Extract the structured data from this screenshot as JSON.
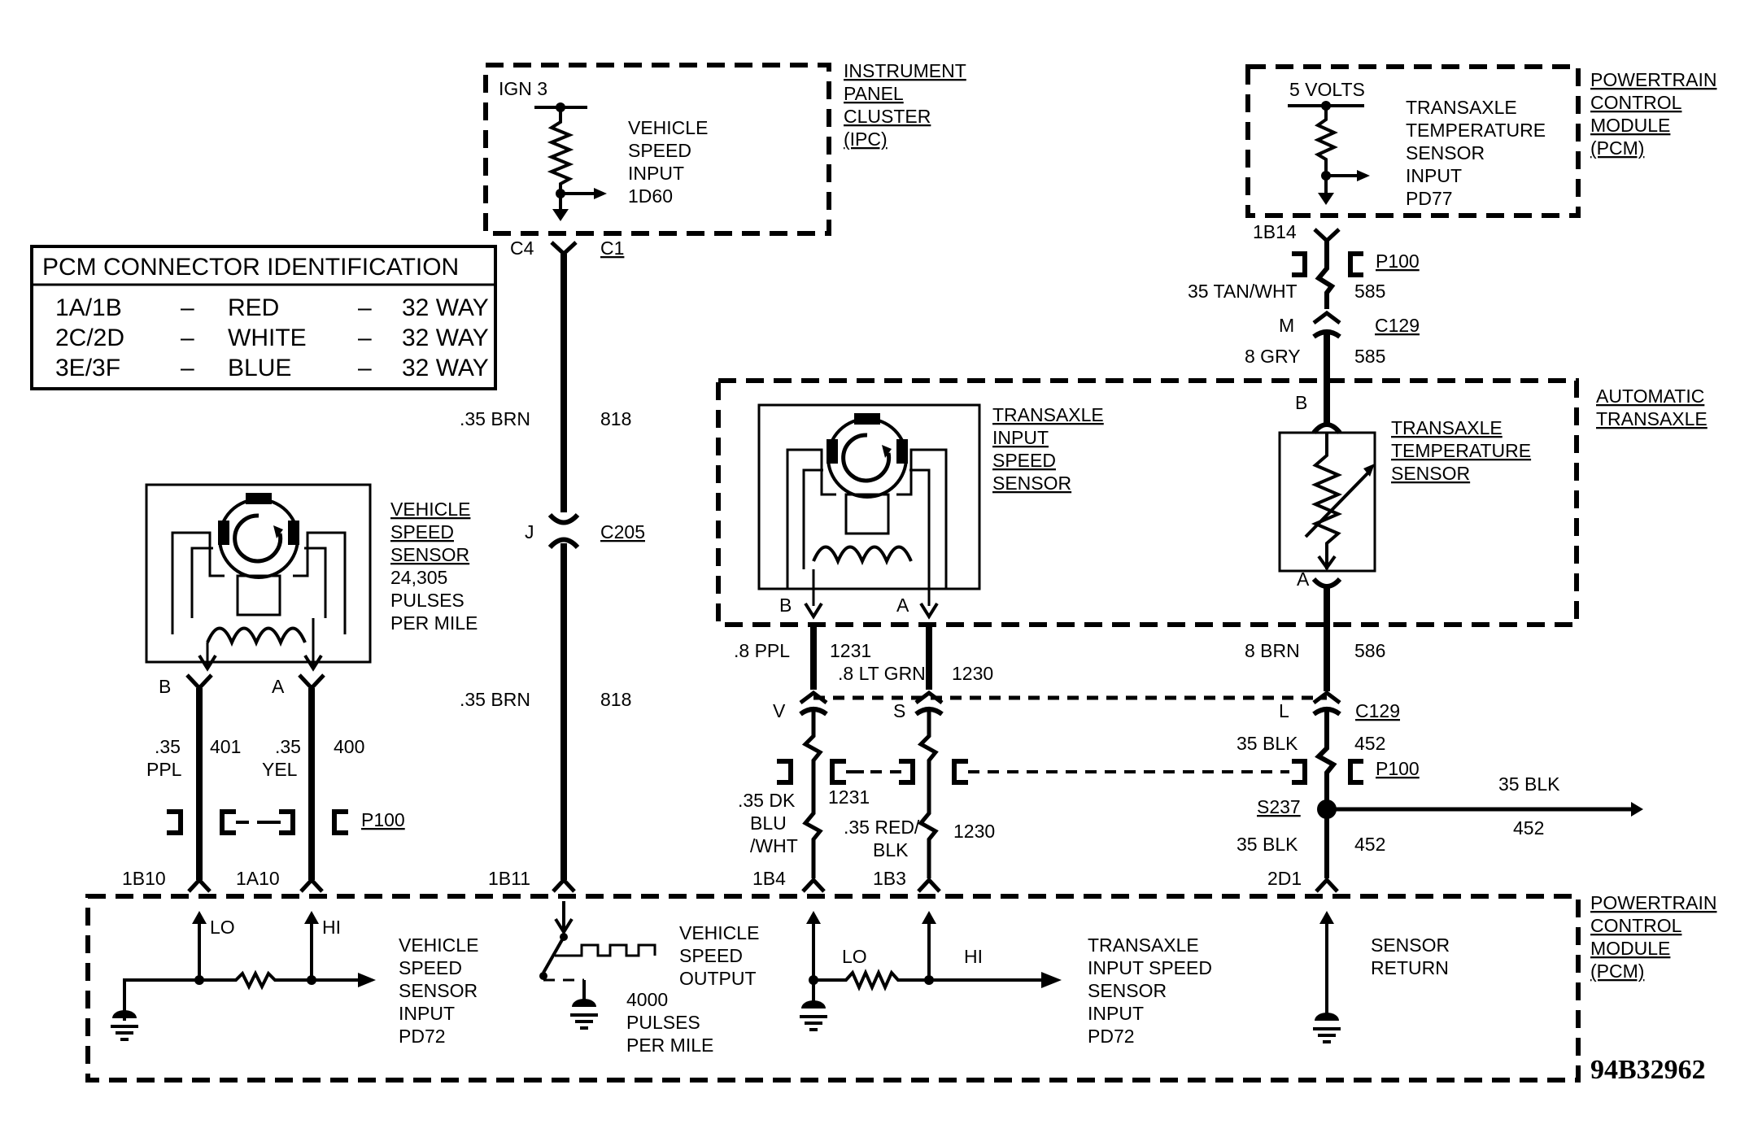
{
  "pcm_table": {
    "title": "PCM CONNECTOR IDENTIFICATION",
    "rows": [
      {
        "pins": "1A/1B",
        "dash1": "–",
        "color": "RED",
        "dash2": "–",
        "ways": "32 WAY"
      },
      {
        "pins": "2C/2D",
        "dash1": "–",
        "color": "WHITE",
        "dash2": "–",
        "ways": "32 WAY"
      },
      {
        "pins": "3E/3F",
        "dash1": "–",
        "color": "BLUE",
        "dash2": "–",
        "ways": "32 WAY"
      }
    ]
  },
  "ipc": {
    "title": [
      "INSTRUMENT",
      "PANEL",
      "CLUSTER",
      "(IPC)"
    ],
    "supply": "IGN 3",
    "input": [
      "VEHICLE",
      "SPEED",
      "INPUT",
      "1D60"
    ],
    "pin_left": "C4",
    "connector": "C1"
  },
  "pcm_top": {
    "title": [
      "POWERTRAIN",
      "CONTROL",
      "MODULE",
      "(PCM)"
    ],
    "supply": "5 VOLTS",
    "input": [
      "TRANSAXLE",
      "TEMPERATURE",
      "SENSOR",
      "INPUT",
      "PD77"
    ],
    "pin": "1B14"
  },
  "wire_818": {
    "gauge": ".35 BRN",
    "circuit": "818",
    "pin": "J",
    "connector": "C205"
  },
  "wire_585": {
    "gauge1": "35 TAN/WHT",
    "circuit1": "585",
    "pin": "M",
    "connector": "C129",
    "gauge2": "8 GRY",
    "circuit2": "585",
    "p100": "P100"
  },
  "vss": {
    "title": [
      "VEHICLE",
      "SPEED",
      "SENSOR"
    ],
    "info": [
      "24,305",
      "PULSES",
      "PER MILE"
    ],
    "pin_b": "B",
    "pin_a": "A",
    "wire_b": {
      "gauge": [
        ".35",
        "PPL"
      ],
      "circuit": "401",
      "pcm_pin": "1B10",
      "side": "LO"
    },
    "wire_a": {
      "gauge": [
        ".35",
        "YEL"
      ],
      "circuit": "400",
      "pcm_pin": "1A10",
      "side": "HI"
    },
    "p100": "P100"
  },
  "auto_trans": {
    "title": [
      "AUTOMATIC",
      "TRANSAXLE"
    ],
    "input_sensor": [
      "TRANSAXLE",
      "INPUT",
      "SPEED",
      "SENSOR"
    ],
    "temp_sensor": [
      "TRANSAXLE",
      "TEMPERATURE",
      "SENSOR"
    ],
    "pin_b": "B",
    "pin_a": "A",
    "temp_pin_b": "B",
    "temp_pin_a": "A"
  },
  "isss_wires": {
    "w1231": {
      "gauge": ".8 PPL",
      "circuit": "1231",
      "pin": "V",
      "gauge2": [
        ".35 DK",
        "BLU",
        "/WHT"
      ],
      "circuit2": "1231",
      "pcm_pin": "1B4"
    },
    "w1230": {
      "gauge": ".8 LT GRN",
      "circuit": "1230",
      "pin": "S",
      "gauge2": [
        ".35 RED/",
        "BLK"
      ],
      "circuit2": "1230",
      "pcm_pin": "1B3"
    }
  },
  "wire_586": {
    "gauge": "8 BRN",
    "circuit": "586",
    "pin": "L",
    "connector": "C129"
  },
  "wire_452": {
    "gauge": "35 BLK",
    "circuit": "452",
    "p100": "P100",
    "splice": "S237",
    "branch_gauge": "35 BLK",
    "branch_circuit": "452",
    "gauge2": "35 BLK",
    "circuit2": "452",
    "pcm_pin": "2D1"
  },
  "pcm_bottom": {
    "title": [
      "POWERTRAIN",
      "CONTROL",
      "MODULE",
      "(PCM)"
    ],
    "vss_input": [
      "VEHICLE",
      "SPEED",
      "SENSOR",
      "INPUT",
      "PD72"
    ],
    "vss_out_pin": "1B11",
    "vss_output": [
      "VEHICLE",
      "SPEED",
      "OUTPUT"
    ],
    "pulses": [
      "4000",
      "PULSES",
      "PER MILE"
    ],
    "isss_input": [
      "TRANSAXLE",
      "INPUT SPEED",
      "SENSOR",
      "INPUT",
      "PD72"
    ],
    "lo": "LO",
    "hi": "HI",
    "sensor_return": [
      "SENSOR",
      "RETURN"
    ]
  },
  "figure_code": "94B32962"
}
